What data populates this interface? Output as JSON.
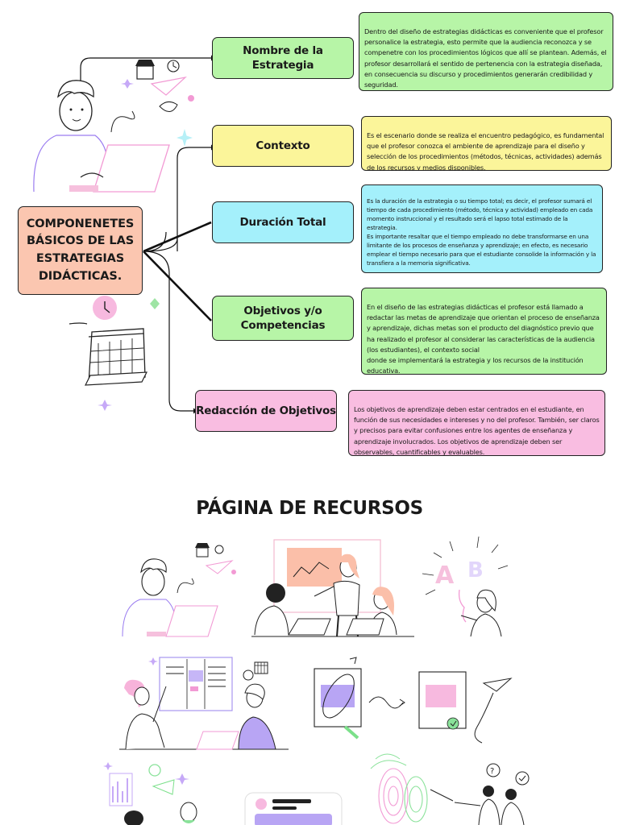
{
  "diagram": {
    "main_title": "COMPONENETES BÁSICOS DE LAS ESTRATEGIAS DIDÁCTICAS.",
    "nodes": [
      {
        "label": "Nombre de la Estrategia",
        "color": "#b7f5a7",
        "description": "Dentro del diseño de estrategias didácticas es conveniente que el profesor personalice la estrategia, esto permite que la audiencia reconozca y se compenetre con los procedimientos lógicos que allí se plantean. Además, el profesor desarrollará el sentido de pertenencia con la estrategia diseñada, en consecuencia su discurso y procedimientos generarán credibilidad y seguridad."
      },
      {
        "label": "Contexto",
        "color": "#fbf59a",
        "description": "Es el escenario donde se realiza el encuentro pedagógico, es fundamental que el profesor conozca el ambiente de aprendizaje para el diseño y selección de los procedimientos (métodos, técnicas, actividades) además de los recursos y medios disponibles."
      },
      {
        "label": "Duración Total",
        "color": "#a4f0fb",
        "description": "Es la duración de la estrategia o su tiempo total; es decir, el profesor sumará el tiempo de cada procedimiento (método, técnica y actividad) empleado en cada momento instruccional y el resultado será el lapso total estimado de la estrategia.\nEs importante resaltar que el tiempo empleado no debe transformarse en una limitante de los procesos de enseñanza y aprendizaje; en efecto, es necesario emplear el tiempo necesario para que el estudiante consolide la información y la transfiera a la memoria significativa."
      },
      {
        "label": "Objetivos y/o Competencias",
        "color": "#b7f5a7",
        "description": "En el diseño de las estrategias didácticas el profesor está llamado a redactar las metas de aprendizaje que orientan el proceso de enseñanza y aprendizaje, dichas metas son el producto del diagnóstico previo que ha realizado el profesor al considerar las características de la audiencia (los estudiantes), el contexto social\ndonde se implementará la estrategia y los recursos de la institución educativa."
      },
      {
        "label": "Redacción de Objetivos",
        "color": "#f9bde1",
        "description": "Los objetivos de aprendizaje deben estar centrados en el estudiante, en función de sus necesidades e intereses y no del profesor. También, ser claros  y precisos para evitar confusiones entre los agentes de enseñanza y aprendizaje involucrados. Los objetivos de aprendizaje deben ser observables, cuantificables y evaluables."
      }
    ]
  },
  "resources": {
    "title": "PÁGINA DE RECURSOS",
    "illustrations": [
      {
        "icon": "man-at-laptop-illustration"
      },
      {
        "icon": "classroom-presentation-illustration"
      },
      {
        "icon": "woman-with-letters-illustration"
      },
      {
        "icon": "teamwork-board-illustration"
      },
      {
        "icon": "documents-flow-illustration"
      },
      {
        "icon": "analytics-person-illustration"
      },
      {
        "icon": "phone-card-illustration"
      },
      {
        "icon": "target-team-illustration"
      }
    ]
  }
}
